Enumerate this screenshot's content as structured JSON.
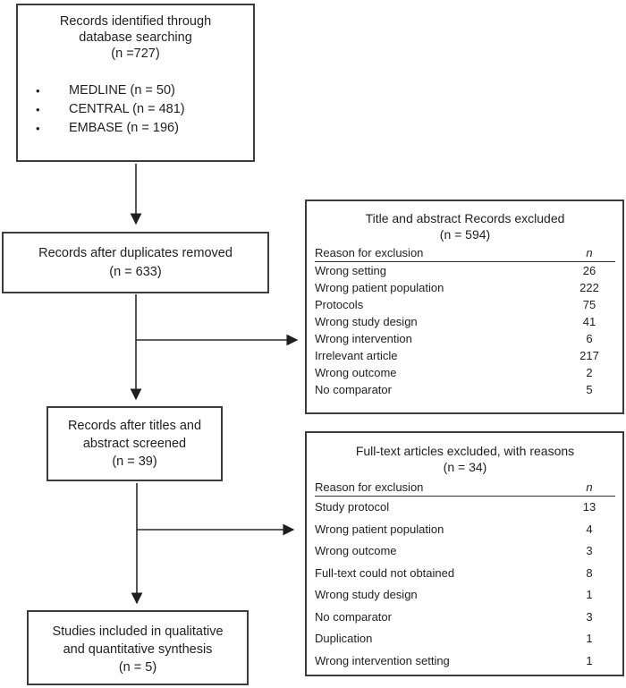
{
  "colors": {
    "border": "#3d3d3d",
    "text": "#1f1f1f",
    "background": "#ffffff"
  },
  "bullet_icon": "•",
  "boxes": {
    "identified": {
      "title_lines": [
        "Records identified through",
        "database searching",
        "(n =727)"
      ],
      "sources": [
        "MEDLINE (n = 50)",
        "CENTRAL (n = 481)",
        "EMBASE (n = 196)"
      ]
    },
    "duplicates_removed": {
      "lines": [
        "Records after duplicates removed",
        "(n = 633)"
      ]
    },
    "titles_screened": {
      "lines": [
        "Records after titles and",
        "abstract screened",
        "(n = 39)"
      ]
    },
    "included": {
      "lines": [
        "Studies included in qualitative",
        "and quantitative synthesis",
        "(n = 5)"
      ]
    }
  },
  "excluded_title_abstract": {
    "title_lines": [
      "Title and abstract Records excluded",
      "(n = 594)"
    ],
    "header": {
      "reason": "Reason for exclusion",
      "count": "n"
    },
    "rows": [
      {
        "reason": "Wrong setting",
        "count": "26"
      },
      {
        "reason": "Wrong patient population",
        "count": "222"
      },
      {
        "reason": "Protocols",
        "count": "75"
      },
      {
        "reason": "Wrong study design",
        "count": "41"
      },
      {
        "reason": "Wrong intervention",
        "count": "6"
      },
      {
        "reason": "Irrelevant article",
        "count": "217"
      },
      {
        "reason": "Wrong outcome",
        "count": "2"
      },
      {
        "reason": "No comparator",
        "count": "5"
      }
    ]
  },
  "excluded_fulltext": {
    "title_lines": [
      "Full-text articles excluded, with reasons",
      "(n = 34)"
    ],
    "header": {
      "reason": "Reason for exclusion",
      "count": "n"
    },
    "rows": [
      {
        "reason": "Study protocol",
        "count": "13"
      },
      {
        "reason": "Wrong patient population",
        "count": "4"
      },
      {
        "reason": "Wrong outcome",
        "count": "3"
      },
      {
        "reason": "Full-text could not obtained",
        "count": "8"
      },
      {
        "reason": "Wrong study design",
        "count": "1"
      },
      {
        "reason": "No comparator",
        "count": "3"
      },
      {
        "reason": "Duplication",
        "count": "1"
      },
      {
        "reason": "Wrong intervention setting",
        "count": "1"
      }
    ]
  }
}
